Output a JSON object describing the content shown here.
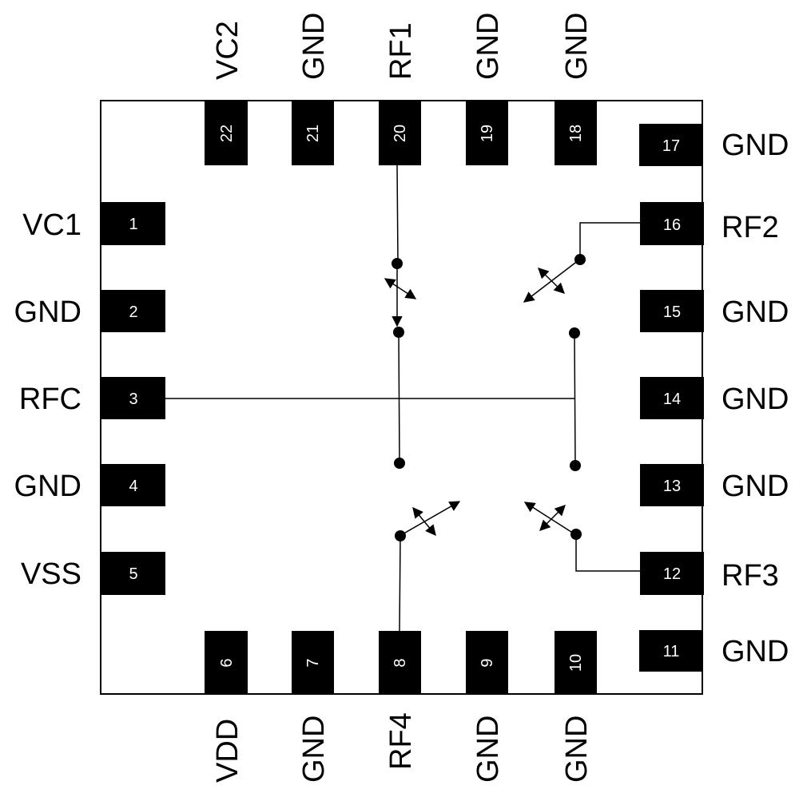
{
  "diagram": {
    "pins": {
      "left": [
        {
          "num": "1",
          "name": "VC1"
        },
        {
          "num": "2",
          "name": "GND"
        },
        {
          "num": "3",
          "name": "RFC"
        },
        {
          "num": "4",
          "name": "GND"
        },
        {
          "num": "5",
          "name": "VSS"
        }
      ],
      "bottom": [
        {
          "num": "6",
          "name": "VDD"
        },
        {
          "num": "7",
          "name": "GND"
        },
        {
          "num": "8",
          "name": "RF4"
        },
        {
          "num": "9",
          "name": "GND"
        },
        {
          "num": "10",
          "name": "GND"
        }
      ],
      "right": [
        {
          "num": "11",
          "name": "GND"
        },
        {
          "num": "12",
          "name": "RF3"
        },
        {
          "num": "13",
          "name": "GND"
        },
        {
          "num": "14",
          "name": "GND"
        },
        {
          "num": "15",
          "name": "GND"
        },
        {
          "num": "16",
          "name": "RF2"
        },
        {
          "num": "17",
          "name": "GND"
        }
      ],
      "top": [
        {
          "num": "18",
          "name": "GND"
        },
        {
          "num": "19",
          "name": "GND"
        },
        {
          "num": "20",
          "name": "RF1"
        },
        {
          "num": "21",
          "name": "GND"
        },
        {
          "num": "22",
          "name": "VC2"
        }
      ]
    }
  }
}
